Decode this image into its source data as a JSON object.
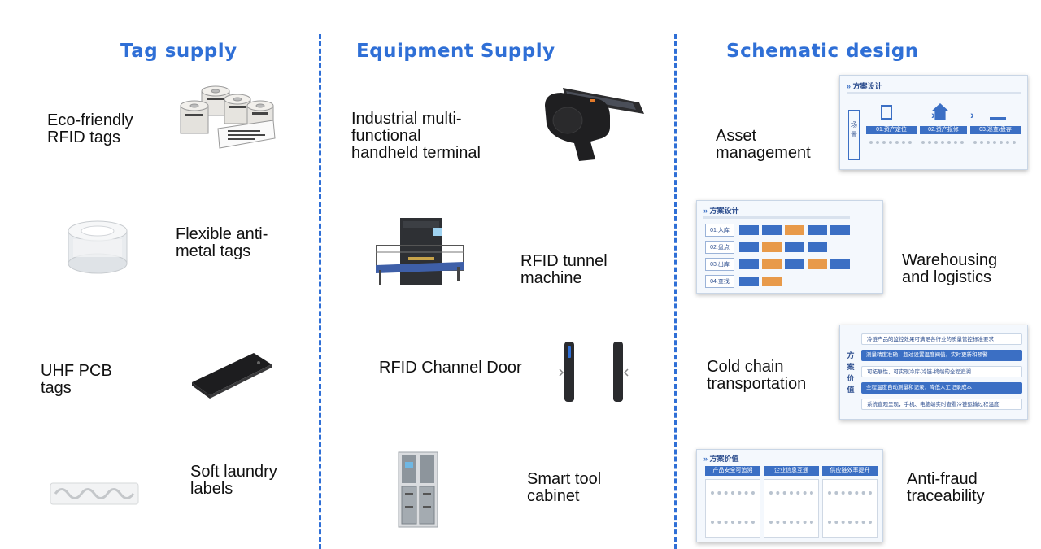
{
  "columns": [
    {
      "heading": "Tag supply"
    },
    {
      "heading": "Equipment Supply"
    },
    {
      "heading": "Schematic design"
    }
  ],
  "tags": [
    {
      "lines": [
        "Eco-friendly",
        "RFID tags"
      ],
      "icon": "label-rolls-icon"
    },
    {
      "lines": [
        "Flexible anti-",
        "metal tags"
      ],
      "icon": "tag-roll-icon"
    },
    {
      "lines": [
        "UHF PCB",
        "tags"
      ],
      "icon": "pcb-tag-icon"
    },
    {
      "lines": [
        "Soft laundry",
        "labels"
      ],
      "icon": "laundry-label-icon"
    }
  ],
  "equipment": [
    {
      "lines": [
        "Industrial multi-",
        "functional",
        "handheld terminal"
      ],
      "icon": "handheld-terminal-icon"
    },
    {
      "lines": [
        "RFID tunnel",
        "machine"
      ],
      "icon": "tunnel-machine-icon"
    },
    {
      "lines": [
        "RFID Channel Door"
      ],
      "icon": "channel-door-icon"
    },
    {
      "lines": [
        "Smart tool",
        "cabinet"
      ],
      "icon": "tool-cabinet-icon"
    }
  ],
  "schemes": [
    {
      "lines": [
        "Asset",
        "management"
      ]
    },
    {
      "lines": [
        "Warehousing",
        "and logistics"
      ]
    },
    {
      "lines": [
        "Cold chain",
        "transportation"
      ]
    },
    {
      "lines": [
        "Anti-fraud",
        "traceability"
      ]
    }
  ],
  "cards": {
    "asset": {
      "title": "方案设计",
      "side": "场景",
      "steps": [
        "01.资产定位",
        "02.资产报修",
        "03.巡查/盘存"
      ]
    },
    "warehouse": {
      "title": "方案设计",
      "rows": [
        "01.入库",
        "02.盘点",
        "03.出库",
        "04.查找"
      ]
    },
    "coldchain": {
      "side": "方案价值",
      "lines": [
        "冷链产品的监控效果可满足各行业的质量管控标准要求",
        "测量精度准确，超过设置温度阀值，实时更新和预警",
        "可拓展性，可实现冷库-冷链-终端的全程追溯",
        "全程温度自动测量和记录，降低人工记录成本",
        "系统直观呈现，手机、电脑端实时查看冷链运输过程温度"
      ]
    },
    "antifraud": {
      "title": "方案价值",
      "tabs": [
        "产品安全可追溯",
        "企业信息互通",
        "供应链效率提升"
      ]
    }
  },
  "colors": {
    "accent": "#2f6fd6",
    "text": "#111111",
    "card_blue": "#3b6fc4",
    "card_orange": "#e89a4a"
  }
}
